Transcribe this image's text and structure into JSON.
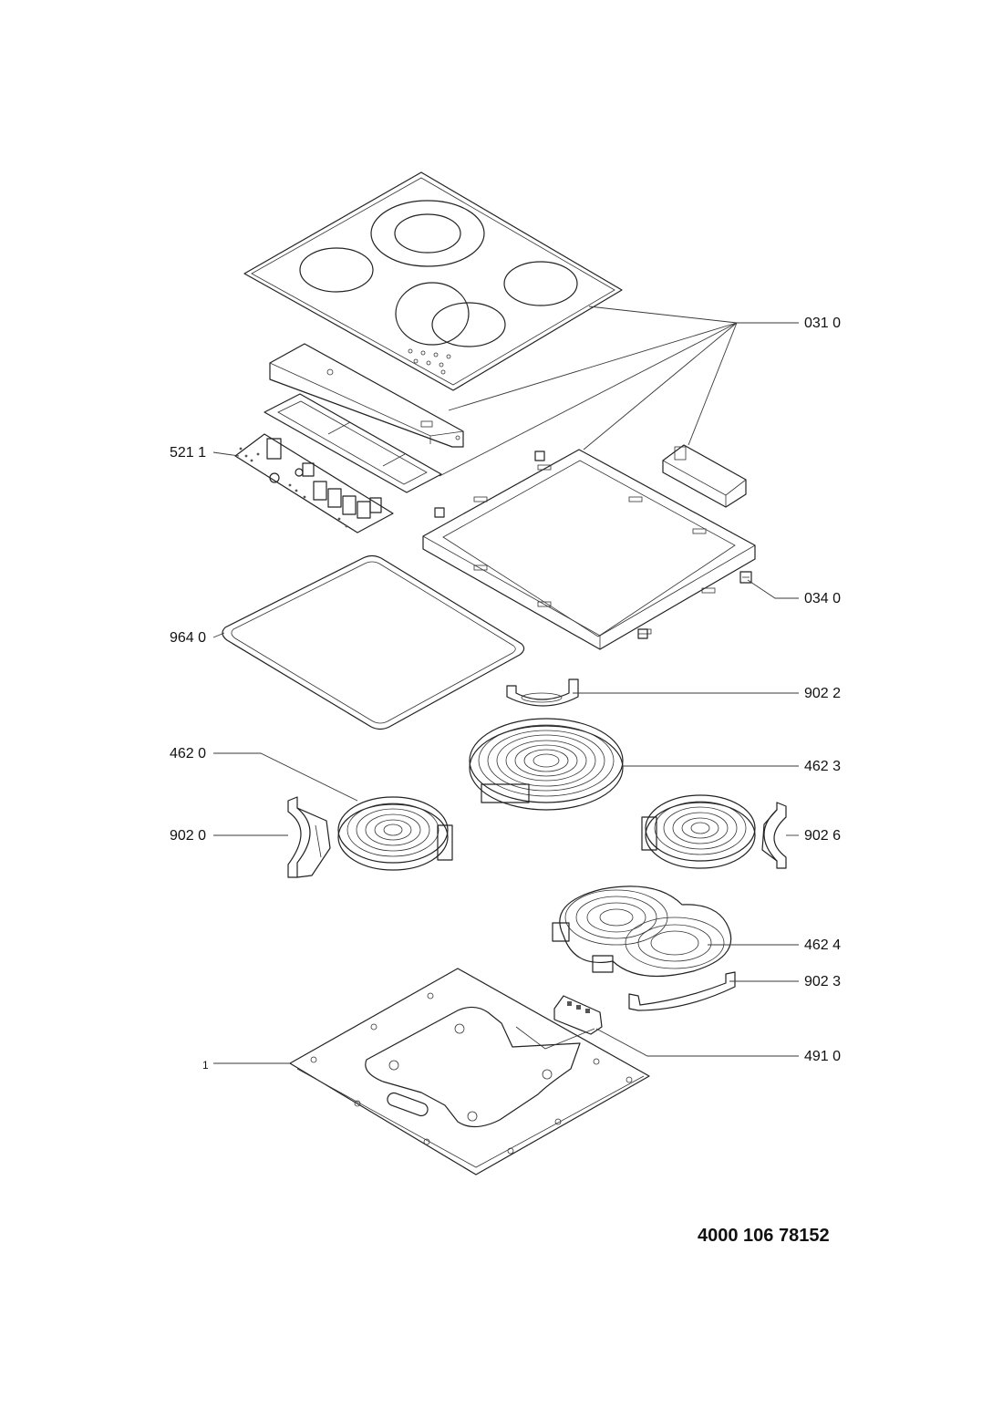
{
  "labels": {
    "p0310": "031 0",
    "p5211": "521 1",
    "p0340": "034 0",
    "p9640": "964 0",
    "p9022": "902 2",
    "p4620": "462 0",
    "p4623": "462 3",
    "p9020": "902 0",
    "p9026": "902 6",
    "p4624": "462 4",
    "p9023": "902 3",
    "p4910": "491 0",
    "p1": "1"
  },
  "document_number": "4000 106 78152",
  "colors": {
    "line": "#222222",
    "fill_light": "#f2f2f2",
    "fill_dark": "#666666"
  }
}
